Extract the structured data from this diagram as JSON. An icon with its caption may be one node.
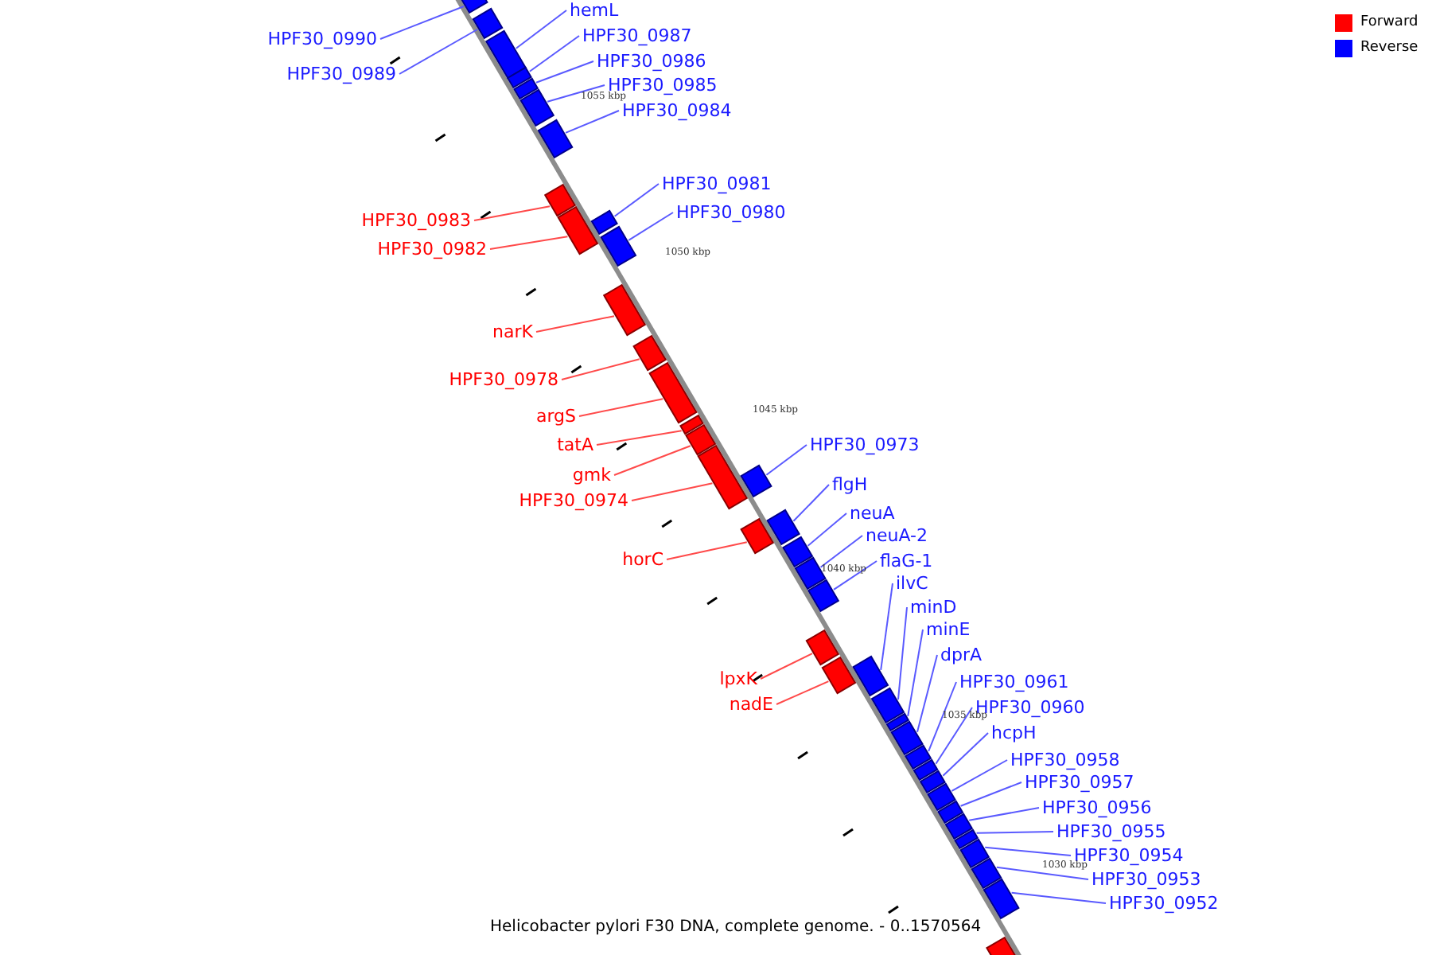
{
  "diagram": {
    "caption": "Helicobacter pylori F30 DNA, complete genome. - 0..1570564",
    "nodes": [
      {
        "text": [
          "HPF30_0990"
        ]
      },
      {
        "text": [
          "HPF30_0989"
        ]
      },
      {
        "text": [
          "hemL"
        ]
      },
      {
        "text": [
          "HPF30_0987"
        ]
      },
      {
        "text": [
          "HPF30_0986"
        ]
      },
      {
        "text": [
          "HPF30_0985"
        ]
      },
      {
        "text": [
          "HPF30_0984"
        ]
      },
      {
        "text": [
          "HPF30_0983"
        ]
      },
      {
        "text": [
          "HPF30_0982"
        ]
      },
      {
        "text": [
          "HPF30_0981"
        ]
      },
      {
        "text": [
          "HPF30_0980"
        ]
      },
      {
        "text": [
          "narK"
        ]
      },
      {
        "text": [
          "HPF30_0978"
        ]
      },
      {
        "text": [
          "argS"
        ]
      },
      {
        "text": [
          "tatA"
        ]
      },
      {
        "text": [
          "gmk"
        ]
      },
      {
        "text": [
          "HPF30_0974"
        ]
      },
      {
        "text": [
          "HPF30_0973"
        ]
      },
      {
        "text": [
          "horC"
        ]
      },
      {
        "text": [
          "flgH"
        ]
      },
      {
        "text": [
          "neuA"
        ]
      },
      {
        "text": [
          "neuA-2"
        ]
      },
      {
        "text": [
          "flaG-1"
        ]
      },
      {
        "text": [
          "lpxK"
        ]
      },
      {
        "text": [
          "nadE"
        ]
      },
      {
        "text": [
          "ilvC"
        ]
      },
      {
        "text": [
          "minD"
        ]
      },
      {
        "text": [
          "minE"
        ]
      },
      {
        "text": [
          "dprA"
        ]
      },
      {
        "text": [
          "HPF30_0961"
        ]
      },
      {
        "text": [
          "HPF30_0960"
        ]
      },
      {
        "text": [
          "hcpH"
        ]
      },
      {
        "text": [
          "HPF30_0958"
        ]
      },
      {
        "text": [
          "HPF30_0957"
        ]
      },
      {
        "text": [
          "HPF30_0956"
        ]
      },
      {
        "text": [
          "HPF30_0955"
        ]
      },
      {
        "text": [
          "HPF30_0954"
        ]
      },
      {
        "text": [
          "HPF30_0953"
        ]
      },
      {
        "text": [
          "HPF30_0952"
        ]
      },
      {
        "text": [],
        "shape": "bar"
      },
      {
        "text": [],
        "shape": "bar"
      },
      {
        "text": [],
        "shape": "bar"
      },
      {
        "text": [],
        "shape": "bar"
      },
      {
        "text": [],
        "shape": "bar"
      },
      {
        "text": [],
        "shape": "bar"
      },
      {
        "text": [],
        "shape": "bar"
      },
      {
        "text": [],
        "shape": "bar"
      },
      {
        "text": [],
        "shape": "bar"
      },
      {
        "text": [],
        "shape": "bar"
      },
      {
        "text": [],
        "shape": "bar"
      },
      {
        "text": [],
        "shape": "bar"
      },
      {
        "text": [],
        "shape": "bar"
      },
      {
        "text": [],
        "shape": "bar"
      },
      {
        "text": [],
        "shape": "bar"
      },
      {
        "text": [],
        "shape": "bar"
      },
      {
        "text": [],
        "shape": "bar"
      },
      {
        "text": [],
        "shape": "bar"
      },
      {
        "text": [],
        "shape": "bar"
      },
      {
        "text": [],
        "shape": "bar"
      },
      {
        "text": [],
        "shape": "bar"
      },
      {
        "text": [],
        "shape": "bar"
      },
      {
        "text": [],
        "shape": "bar"
      },
      {
        "text": [],
        "shape": "bar"
      },
      {
        "text": [],
        "shape": "bar"
      },
      {
        "text": [],
        "shape": "bar"
      },
      {
        "text": [],
        "shape": "bar"
      },
      {
        "text": [],
        "shape": "bar"
      },
      {
        "text": [],
        "shape": "bar"
      },
      {
        "text": [],
        "shape": "bar"
      },
      {
        "text": [],
        "shape": "bar"
      },
      {
        "text": [],
        "shape": "bar"
      },
      {
        "text": [],
        "shape": "bar"
      },
      {
        "text": [],
        "shape": "bar"
      },
      {
        "text": [],
        "shape": "bar"
      },
      {
        "text": [],
        "shape": "bar"
      },
      {
        "text": [],
        "shape": "bar"
      },
      {
        "text": [],
        "shape": "bar"
      },
      {
        "text": [],
        "shape": "bar"
      },
      {
        "text": [],
        "shape": "bar"
      }
    ],
    "edges": [
      {
        "from": 0,
        "to": 39,
        "arrow": "none"
      },
      {
        "from": 1,
        "to": 40,
        "arrow": "none"
      },
      {
        "from": 2,
        "to": 41,
        "arrow": "none"
      },
      {
        "from": 3,
        "to": 42,
        "arrow": "none"
      },
      {
        "from": 4,
        "to": 43,
        "arrow": "none"
      },
      {
        "from": 5,
        "to": 44,
        "arrow": "none"
      },
      {
        "from": 6,
        "to": 45,
        "arrow": "none"
      },
      {
        "from": 7,
        "to": 46,
        "arrow": "none",
        "color": "#ff4a4a"
      },
      {
        "from": 8,
        "to": 47,
        "arrow": "none",
        "color": "#ff4a4a"
      },
      {
        "from": 9,
        "to": 48,
        "arrow": "none"
      },
      {
        "from": 10,
        "to": 49,
        "arrow": "none"
      },
      {
        "from": 11,
        "to": 50,
        "arrow": "none",
        "color": "#ff4a4a"
      },
      {
        "from": 12,
        "to": 51,
        "arrow": "none",
        "color": "#ff4a4a"
      },
      {
        "from": 13,
        "to": 52,
        "arrow": "none",
        "color": "#ff4a4a"
      },
      {
        "from": 14,
        "to": 53,
        "arrow": "none",
        "color": "#ff4a4a"
      },
      {
        "from": 15,
        "to": 54,
        "arrow": "none",
        "color": "#ff4a4a"
      },
      {
        "from": 16,
        "to": 55,
        "arrow": "none",
        "color": "#ff4a4a"
      },
      {
        "from": 17,
        "to": 56,
        "arrow": "none"
      },
      {
        "from": 18,
        "to": 57,
        "arrow": "none",
        "color": "#ff4a4a"
      },
      {
        "from": 19,
        "to": 58,
        "arrow": "none"
      },
      {
        "from": 20,
        "to": 59,
        "arrow": "none"
      },
      {
        "from": 21,
        "to": 60,
        "arrow": "none"
      },
      {
        "from": 22,
        "to": 61,
        "arrow": "none"
      },
      {
        "from": 23,
        "to": 62,
        "arrow": "none",
        "color": "#ff4a4a"
      },
      {
        "from": 24,
        "to": 63,
        "arrow": "none",
        "color": "#ff4a4a"
      },
      {
        "from": 25,
        "to": 64,
        "arrow": "none"
      },
      {
        "from": 26,
        "to": 65,
        "arrow": "none"
      },
      {
        "from": 27,
        "to": 66,
        "arrow": "none"
      },
      {
        "from": 28,
        "to": 67,
        "arrow": "none"
      },
      {
        "from": 29,
        "to": 68,
        "arrow": "none"
      },
      {
        "from": 30,
        "to": 69,
        "arrow": "none"
      },
      {
        "from": 31,
        "to": 70,
        "arrow": "none"
      },
      {
        "from": 32,
        "to": 71,
        "arrow": "none"
      },
      {
        "from": 33,
        "to": 72,
        "arrow": "none"
      },
      {
        "from": 34,
        "to": 73,
        "arrow": "none"
      },
      {
        "from": 35,
        "to": 74,
        "arrow": "none"
      },
      {
        "from": 36,
        "to": 75,
        "arrow": "none"
      },
      {
        "from": 37,
        "to": 76,
        "arrow": "none"
      },
      {
        "from": 38,
        "to": 77,
        "arrow": "none"
      }
    ],
    "labels": [
      "1055 kbp",
      "1050 kbp",
      "1045 kbp",
      "1040 kbp",
      "1035 kbp",
      "1030 kbp"
    ],
    "legend": [
      {
        "text": "Forward",
        "color": "#ff0000"
      },
      {
        "text": "Reverse",
        "color": "#0000ff"
      }
    ]
  }
}
